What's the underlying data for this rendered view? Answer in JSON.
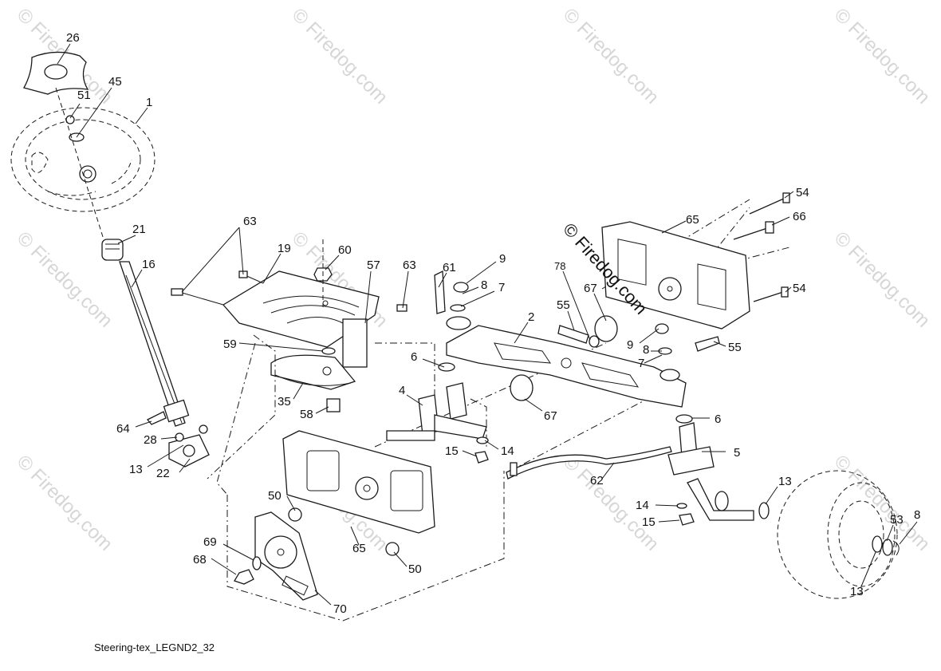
{
  "diagram": {
    "caption": "Steering-tex_LEGND2_32",
    "watermark": "© Firedog.com",
    "stamp": "© Firedog.com",
    "callouts": [
      {
        "id": "c26",
        "text": "26"
      },
      {
        "id": "c45",
        "text": "45"
      },
      {
        "id": "c51",
        "text": "51"
      },
      {
        "id": "c1",
        "text": "1"
      },
      {
        "id": "c21",
        "text": "21"
      },
      {
        "id": "c16",
        "text": "16"
      },
      {
        "id": "c63a",
        "text": "63"
      },
      {
        "id": "c19",
        "text": "19"
      },
      {
        "id": "c60",
        "text": "60"
      },
      {
        "id": "c57",
        "text": "57"
      },
      {
        "id": "c63b",
        "text": "63"
      },
      {
        "id": "c61",
        "text": "61"
      },
      {
        "id": "c9a",
        "text": "9"
      },
      {
        "id": "c8a",
        "text": "8"
      },
      {
        "id": "c7a",
        "text": "7"
      },
      {
        "id": "c78",
        "text": "78"
      },
      {
        "id": "c67a",
        "text": "67"
      },
      {
        "id": "c55a",
        "text": "55"
      },
      {
        "id": "c65a",
        "text": "65"
      },
      {
        "id": "c54a",
        "text": "54"
      },
      {
        "id": "c66",
        "text": "66"
      },
      {
        "id": "c54b",
        "text": "54"
      },
      {
        "id": "c9b",
        "text": "9"
      },
      {
        "id": "c8b",
        "text": "8"
      },
      {
        "id": "c7b",
        "text": "7"
      },
      {
        "id": "c55b",
        "text": "55"
      },
      {
        "id": "c2",
        "text": "2"
      },
      {
        "id": "c59",
        "text": "59"
      },
      {
        "id": "c6a",
        "text": "6"
      },
      {
        "id": "c35",
        "text": "35"
      },
      {
        "id": "c58",
        "text": "58"
      },
      {
        "id": "c4",
        "text": "4"
      },
      {
        "id": "c67b",
        "text": "67"
      },
      {
        "id": "c6b",
        "text": "6"
      },
      {
        "id": "c5",
        "text": "5"
      },
      {
        "id": "c64",
        "text": "64"
      },
      {
        "id": "c28",
        "text": "28"
      },
      {
        "id": "c13a",
        "text": "13"
      },
      {
        "id": "c22",
        "text": "22"
      },
      {
        "id": "c15a",
        "text": "15"
      },
      {
        "id": "c14a",
        "text": "14"
      },
      {
        "id": "c62",
        "text": "62"
      },
      {
        "id": "c13b",
        "text": "13"
      },
      {
        "id": "c14b",
        "text": "14"
      },
      {
        "id": "c15b",
        "text": "15"
      },
      {
        "id": "c50a",
        "text": "50"
      },
      {
        "id": "c65b",
        "text": "65"
      },
      {
        "id": "c50b",
        "text": "50"
      },
      {
        "id": "c69",
        "text": "69"
      },
      {
        "id": "c68",
        "text": "68"
      },
      {
        "id": "c70",
        "text": "70"
      },
      {
        "id": "c53",
        "text": "53"
      },
      {
        "id": "c8c",
        "text": "8"
      },
      {
        "id": "c13c",
        "text": "13"
      }
    ]
  }
}
